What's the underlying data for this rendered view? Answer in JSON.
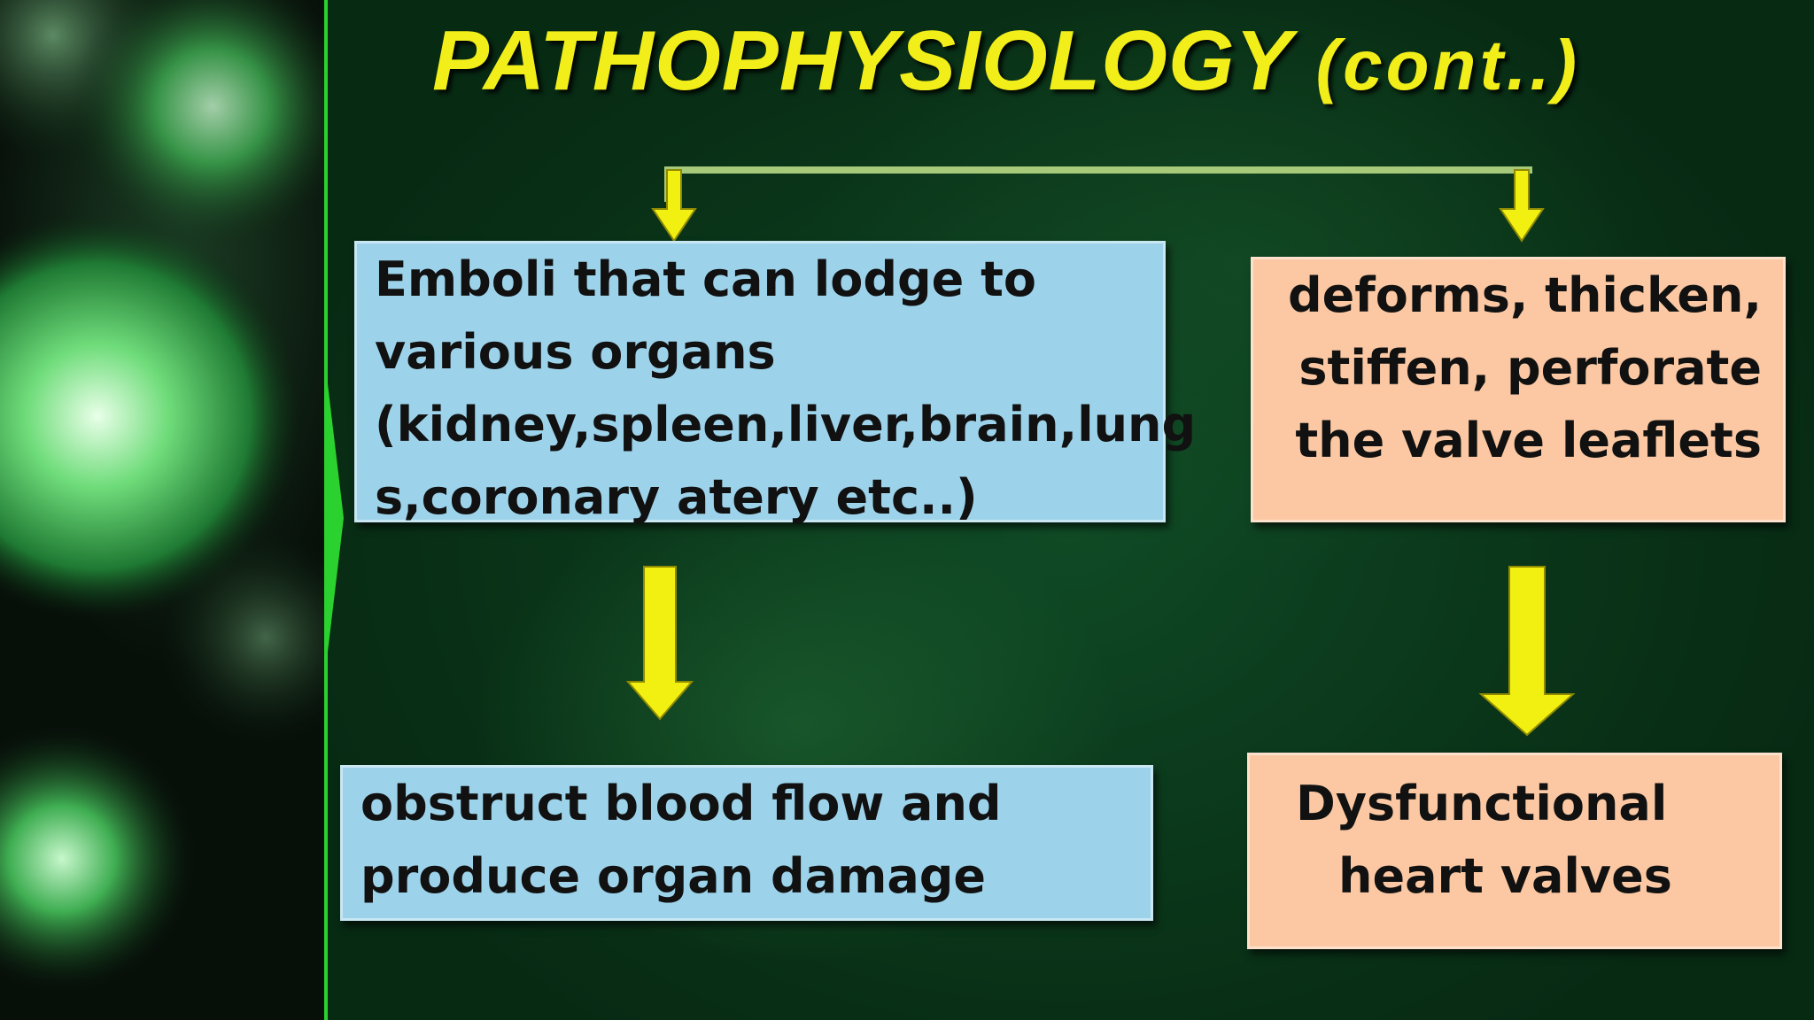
{
  "slide": {
    "title_main": "PATHOPHYSIOLOGY",
    "title_sub": "(cont..)"
  },
  "boxes": {
    "emboli": [
      "Emboli that can lodge to",
      "various organs",
      "(kidney,spleen,liver,brain,lung",
      "s,coronary atery etc..)"
    ],
    "deforms": [
      "deforms, thicken,",
      "stiffen, perforate",
      "the valve leaflets"
    ],
    "obstruct": [
      "obstruct blood flow and",
      "produce organ damage"
    ],
    "dysfunctional": [
      "Dysfunctional",
      "heart valves"
    ]
  },
  "colors": {
    "title": "#f2ee1a",
    "arrow": "#f2f010",
    "box_blue": "#9dd3ea",
    "box_peach": "#fbc8a3",
    "connector": "#a6c97a",
    "divider": "#2bd12e"
  }
}
